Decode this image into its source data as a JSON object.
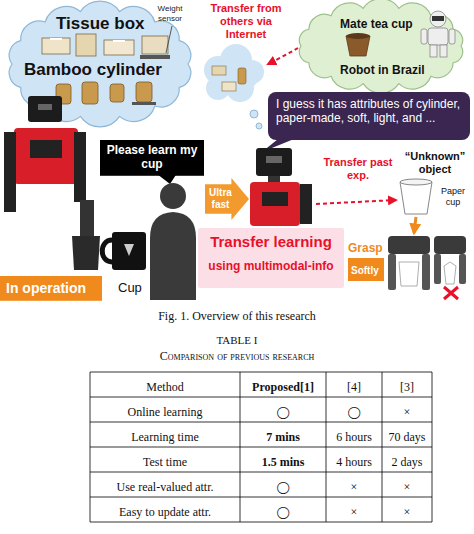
{
  "diagram": {
    "caption": "Fig. 1. Overview of this research",
    "nodes": [
      {
        "text": [
          "Tissue box",
          "Bamboo cylinder"
        ]
      },
      {
        "text": [
          "Mate tea cup",
          "Robot in Brazil"
        ]
      },
      {
        "text": [
          "I guess it has attributes of cylinder, paper-made, soft, light, and ..."
        ]
      },
      {
        "text": [
          "Please learn my cup"
        ]
      },
      {
        "text": [
          "Ultra fast"
        ]
      },
      {
        "text": [
          "Transfer learning",
          "using multimodal-info"
        ]
      },
      {
        "text": [
          "In operation"
        ]
      },
      {
        "text": [
          "Softly"
        ]
      }
    ],
    "labels": [
      "Weight sensor",
      "Transfer from others via Internet",
      "“Unknown” object",
      "Transfer past exp.",
      "Paper cup",
      "Grasp",
      "Cup",
      "TABLE I",
      "Comparison of previous research",
      "Method",
      "Proposed[1]",
      "[4]",
      "[3]",
      "Online learning",
      "◯",
      "◯",
      "×",
      "Learning time",
      "7 mins",
      "6 hours",
      "70 days",
      "Test time",
      "1.5 mins",
      "4 hours",
      "2 days",
      "Use real-valued attr.",
      "◯",
      "×",
      "×",
      "Easy to update attr.",
      "◯",
      "×",
      "×"
    ]
  }
}
